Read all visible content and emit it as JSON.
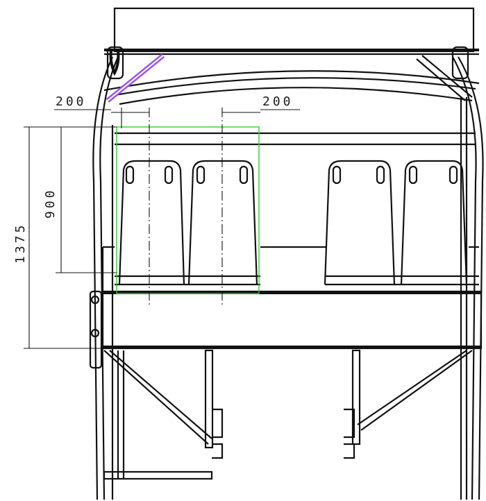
{
  "dimensions": {
    "top_left": "200",
    "top_right": "200",
    "height_inner": "900",
    "height_outer": "1375"
  },
  "colors": {
    "line": "#111111",
    "envelope_box": "#33cc33",
    "diagonal_bar": "#9955ee",
    "background": "#ffffff"
  }
}
